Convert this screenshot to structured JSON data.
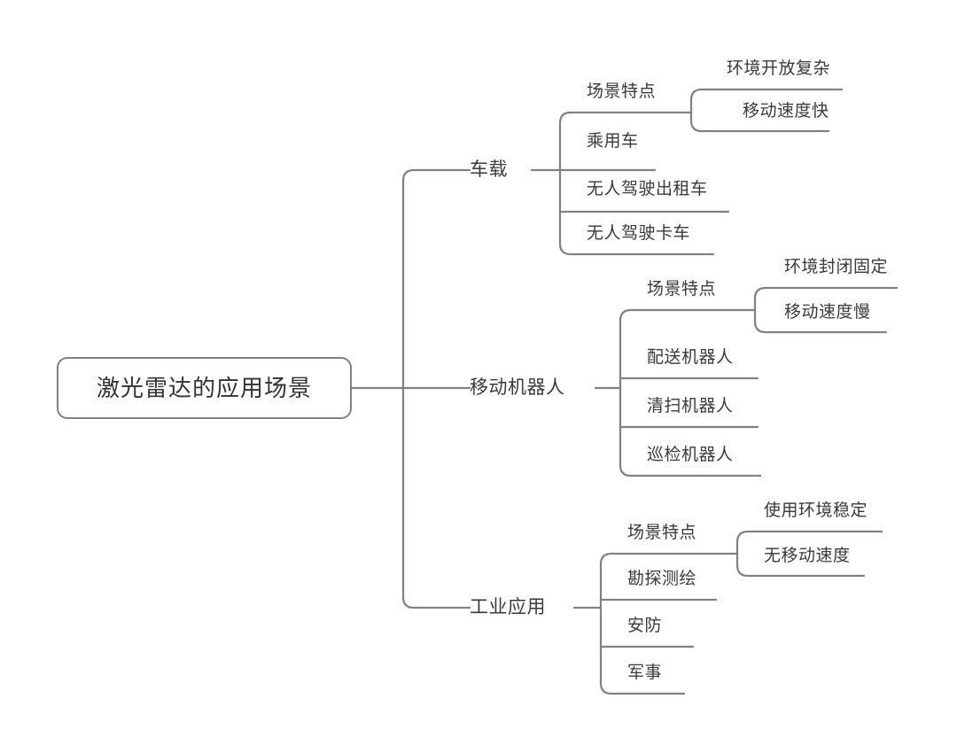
{
  "diagram": {
    "type": "mind-map",
    "title": "激光雷达的应用场景",
    "root": {
      "label": "激光雷达的应用场景"
    },
    "branches": [
      {
        "label": "车载",
        "children": [
          {
            "label": "场景特点",
            "children": [
              {
                "label": "环境开放复杂"
              },
              {
                "label": "移动速度快"
              }
            ]
          },
          {
            "label": "乘用车"
          },
          {
            "label": "无人驾驶出租车"
          },
          {
            "label": "无人驾驶卡车"
          }
        ]
      },
      {
        "label": "移动机器人",
        "children": [
          {
            "label": "场景特点",
            "children": [
              {
                "label": "环境封闭固定"
              },
              {
                "label": "移动速度慢"
              }
            ]
          },
          {
            "label": "配送机器人"
          },
          {
            "label": "清扫机器人"
          },
          {
            "label": "巡检机器人"
          }
        ]
      },
      {
        "label": "工业应用",
        "children": [
          {
            "label": "场景特点",
            "children": [
              {
                "label": "使用环境稳定"
              },
              {
                "label": "无移动速度"
              }
            ]
          },
          {
            "label": "勘探测绘"
          },
          {
            "label": "安防"
          },
          {
            "label": "军事"
          }
        ]
      }
    ],
    "colors": {
      "line": "#80808a",
      "text": "#3a3a3f",
      "root_text": "#333338",
      "background": "#ffffff"
    }
  }
}
